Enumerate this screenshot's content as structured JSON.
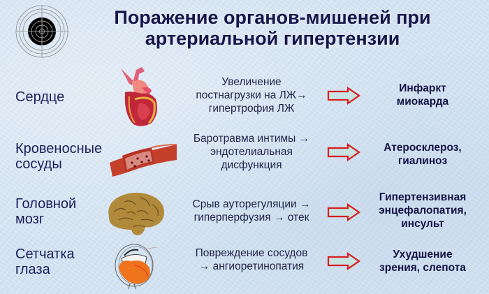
{
  "header": {
    "icon": "target-icon",
    "title_line1": "Поражение органов-мишеней при",
    "title_line2": "артериальной гипертензии"
  },
  "colors": {
    "background": "#d5e4f2",
    "title": "#16164a",
    "organ_text": "#1c1f5a",
    "arrow_stroke": "#d61f1f",
    "arrow_fill": "#c9e3e3"
  },
  "rows": [
    {
      "organ_line1": "Сердце",
      "organ_line2": "",
      "image": "heart-icon",
      "mechanism_line1": "Увеличение",
      "mechanism_line2": "постнагрузки на ЛЖ→",
      "mechanism_line3": "гипертрофия ЛЖ",
      "outcome_line1": "Инфаркт",
      "outcome_line2": "миокарда",
      "outcome_line3": ""
    },
    {
      "organ_line1": "Кровеносные",
      "organ_line2": "сосуды",
      "image": "blood-vessel-icon",
      "mechanism_line1": "Баротравма интимы →",
      "mechanism_line2": "эндотелиальная",
      "mechanism_line3": "дисфункция",
      "outcome_line1": "Атеросклероз,",
      "outcome_line2": "гиалиноз",
      "outcome_line3": ""
    },
    {
      "organ_line1": "Головной",
      "organ_line2": "мозг",
      "image": "brain-icon",
      "mechanism_line1": "Срыв ауторегуляции →",
      "mechanism_line2": "гиперперфузия → отек",
      "mechanism_line3": "",
      "outcome_line1": "Гипертензивная",
      "outcome_line2": "энцефалопатия,",
      "outcome_line3": "инсульт"
    },
    {
      "organ_line1": "Сетчатка",
      "organ_line2": "глаза",
      "image": "eye-icon",
      "mechanism_line1": "Повреждение сосудов",
      "mechanism_line2": "→ ангиоретинопатия",
      "mechanism_line3": "",
      "outcome_line1": "Ухудшение",
      "outcome_line2": "зрения, слепота",
      "outcome_line3": ""
    }
  ]
}
